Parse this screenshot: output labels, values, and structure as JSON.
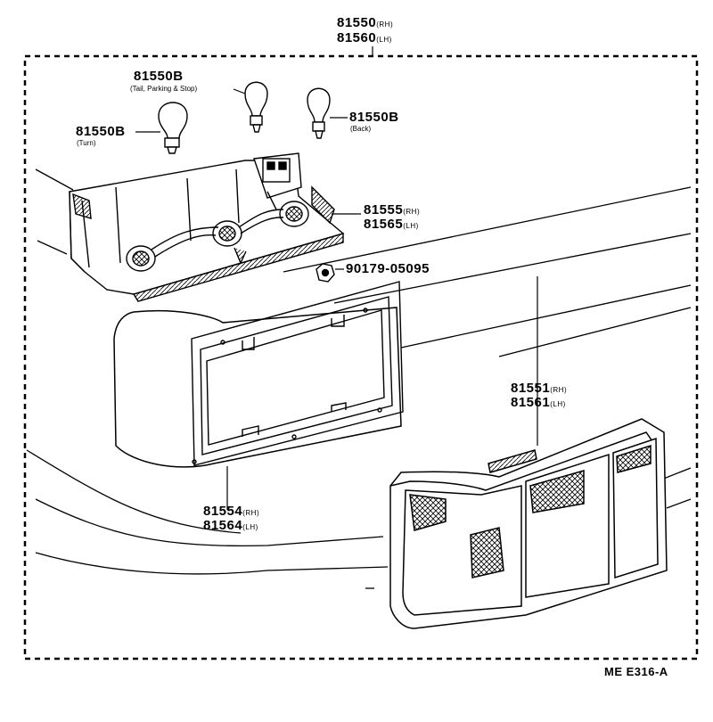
{
  "assembly": {
    "pn_rh": "81550",
    "side_rh": "(RH)",
    "pn_lh": "81560",
    "side_lh": "(LH)"
  },
  "bulbs": [
    {
      "pn": "81550B",
      "note": "(Tail, Parking & Stop)"
    },
    {
      "pn": "81550B",
      "note": "(Back)"
    },
    {
      "pn": "81550B",
      "note": "(Turn)"
    }
  ],
  "socket_housing": {
    "pn_rh": "81555",
    "side_rh": "(RH)",
    "pn_lh": "81565",
    "side_lh": "(LH)"
  },
  "nut": {
    "pn": "90179-05095"
  },
  "lens": {
    "pn_rh": "81551",
    "side_rh": "(RH)",
    "pn_lh": "81561",
    "side_lh": "(LH)"
  },
  "gasket": {
    "pn_rh": "81554",
    "side_rh": "(RH)",
    "pn_lh": "81564",
    "side_lh": "(LH)"
  },
  "reference_code": "ME E316-A"
}
